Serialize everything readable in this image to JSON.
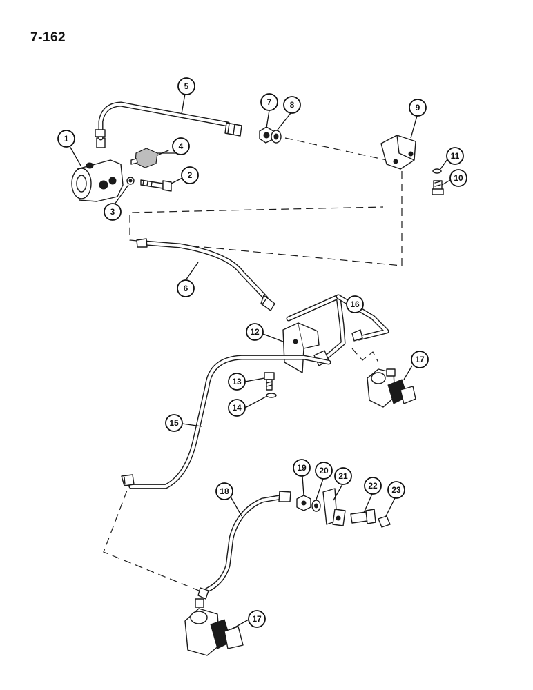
{
  "page": {
    "number": "7-162"
  },
  "callouts": {
    "c1": "1",
    "c2": "2",
    "c3": "3",
    "c4": "4",
    "c5": "5",
    "c6": "6",
    "c7": "7",
    "c8": "8",
    "c9": "9",
    "c10": "10",
    "c11": "11",
    "c12": "12",
    "c13": "13",
    "c14": "14",
    "c15": "15",
    "c16": "16",
    "c17a": "17",
    "c17b": "17",
    "c18": "18",
    "c19": "19",
    "c20": "20",
    "c21": "21",
    "c22": "22",
    "c23": "23"
  }
}
